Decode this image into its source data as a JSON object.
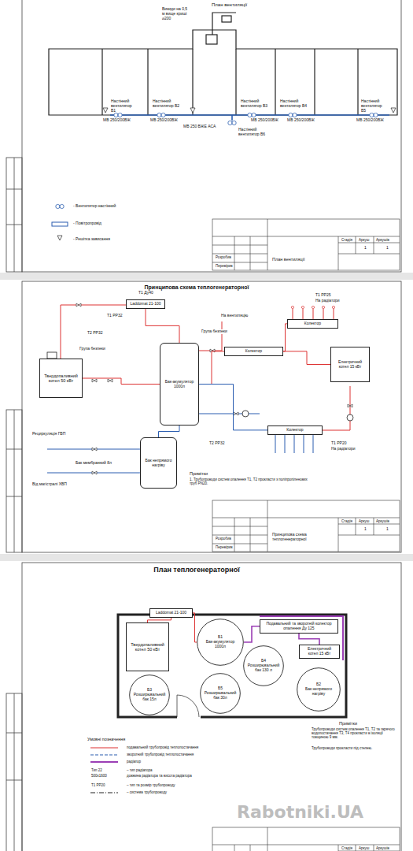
{
  "diagram": {
    "nodes": [
      {
        "text": [
          "Твердопаливний котел 50 кВт"
        ]
      },
      {
        "text": [
          "Laddomat 21-100"
        ]
      },
      {
        "text": [
          "Бак-акумулятор 1000л"
        ]
      },
      {
        "text": [
          "Бак непрямого нагріву"
        ]
      },
      {
        "text": [
          "Колектор"
        ]
      },
      {
        "text": [
          "Електричний котел 15 кВт"
        ]
      },
      {
        "text": [
          "Колектор"
        ]
      },
      {
        "text": [
          "Колектор"
        ]
      },
      {
        "text": [
          "Твердопаливний котел 50 кВт"
        ]
      },
      {
        "text": [
          "Laddomat 21-100"
        ]
      },
      {
        "text": [
          "Б1",
          "Бак-акумулятор 1000л"
        ]
      },
      {
        "text": [
          "Подавальний та зворотній колектор опалення Ду 125"
        ]
      },
      {
        "text": [
          "Електричний котел 15 кВт"
        ]
      },
      {
        "text": [
          "Б4",
          "Розширювальний бак 130 л"
        ]
      },
      {
        "text": [
          "Б2",
          "Бак непрямого нагріву"
        ]
      },
      {
        "text": [
          "Б3",
          "Розширювальний бак 15л"
        ]
      },
      {
        "text": [
          "Б5",
          "Розширювальний бак 30л"
        ]
      }
    ],
    "edges": [
      {
        "from": 0,
        "to": 2,
        "arrow": "none"
      },
      {
        "from": 1,
        "to": 2,
        "arrow": "none"
      },
      {
        "from": 2,
        "to": 4,
        "arrow": "none"
      },
      {
        "from": 2,
        "to": 6,
        "arrow": "none"
      },
      {
        "from": 2,
        "to": 3,
        "arrow": "none"
      },
      {
        "from": 4,
        "to": 5,
        "arrow": "none"
      },
      {
        "from": 4,
        "to": 7,
        "arrow": "none"
      },
      {
        "from": 8,
        "to": 9,
        "arrow": "none"
      },
      {
        "from": 9,
        "to": 10,
        "arrow": "none"
      },
      {
        "from": 10,
        "to": 11,
        "arrow": "none"
      },
      {
        "from": 11,
        "to": 12,
        "arrow": "none"
      }
    ],
    "labels": [
      "План вентиляції",
      "Викиди на 0,5 м вище криші ⌀200",
      "Настінний вентилятор В1",
      "Настінний вентилятор В2",
      "Настінний вентилятор В3",
      "Настінний вентилятор В4",
      "Настінний вентилятор В5",
      "Настінний вентилятор В6",
      "МВ 250/200ВЖ",
      "МВ 250/200ВЖ",
      "МВ 250 ВЖЕ АСА",
      "МВ 250/200ВЖ",
      "МВ 250/200ВЖ",
      "МВ 250/200ВЖ",
      "Стадія",
      "Аркуш",
      "Аркушів",
      "1",
      "1",
      "Розробив",
      "Перевірив",
      "План вентиляції",
      "Принципова схема теплогенераторної",
      "Т1 Ду40",
      "Т1 РР32",
      "Т2 РР32",
      "Група безпеки",
      "Група безпеки",
      "На вентиляцію",
      "Т1 РР25",
      "На радіатори",
      "Рециркуляція ГВП",
      "Від магістралі ХВП",
      "Бак мембранний 8л",
      "Т1 РР20",
      "На радіатори",
      "Т2 РР32",
      "Примітки",
      "1. Трубопроводи систем опалення Т1, Т2 прокласти з поліпропіленових труб PN20.",
      "Стадія",
      "Аркуш",
      "Аркушів",
      "1",
      "1",
      "Розробив",
      "Перевірив",
      "Принципова схема теплогенераторної",
      "План теплогенераторної",
      "Примітки",
      "Трубопроводи систем опалення Т1, Т2 та гарячого водопостачання Т3, Т4 прокласти в ізоляції товщиною 9 мм.",
      "Трубопроводи прокласти під стелею.",
      "Умовні позначення",
      "Тип 22",
      "500х1600",
      "Т1 РР20",
      "Rabotniki.UA",
      "Стадія",
      "Аркуш",
      "Аркушів"
    ],
    "legend": [
      {
        "text": "- Вентилятор настінний"
      },
      {
        "text": "- Повітропровід"
      },
      {
        "text": "- Решітка зависання"
      },
      {
        "text": "подавальний трубопровід теплопостачання"
      },
      {
        "text": "зворотний трубопровід теплопостачання"
      },
      {
        "text": "радіатор"
      },
      {
        "text": "– тип радіатора"
      },
      {
        "text": "довжина радіатора та висота радіатора"
      },
      {
        "text": "– тип та розмір трубопроводу"
      },
      {
        "text": "– система трубопроводу"
      }
    ]
  }
}
